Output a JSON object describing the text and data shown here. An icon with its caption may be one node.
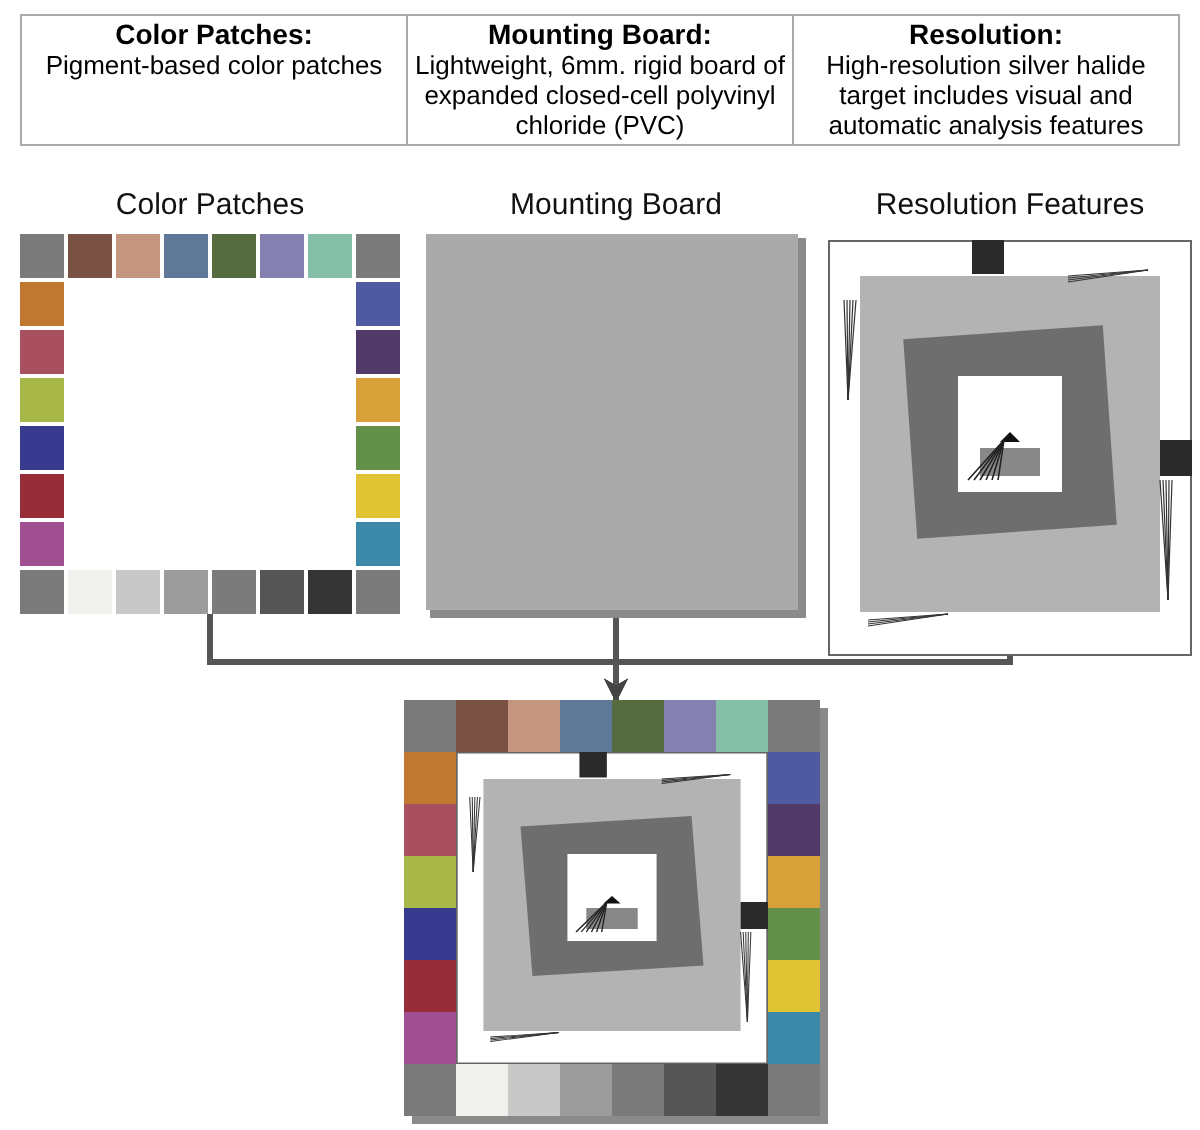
{
  "diagram": {
    "nodes": [
      {
        "text": [
          "Color Patches"
        ]
      },
      {
        "text": [
          "Mounting Board"
        ]
      },
      {
        "text": [
          "Resolution Features"
        ]
      },
      {
        "text": [],
        "shape": "picture"
      }
    ],
    "edges": [
      {
        "from": 0,
        "to": 3,
        "arrow": "to"
      },
      {
        "from": 1,
        "to": 3,
        "arrow": "to"
      },
      {
        "from": 2,
        "to": 3,
        "arrow": "to"
      }
    ],
    "labels": [
      "Color Patches:",
      "Pigment-based color patches",
      "Mounting Board:",
      "Lightweight, 6mm. rigid board of expanded closed-cell polyvinyl chloride (PVC)",
      "Resolution:",
      "High-resolution silver halide target includes visual and automatic analysis features"
    ]
  }
}
